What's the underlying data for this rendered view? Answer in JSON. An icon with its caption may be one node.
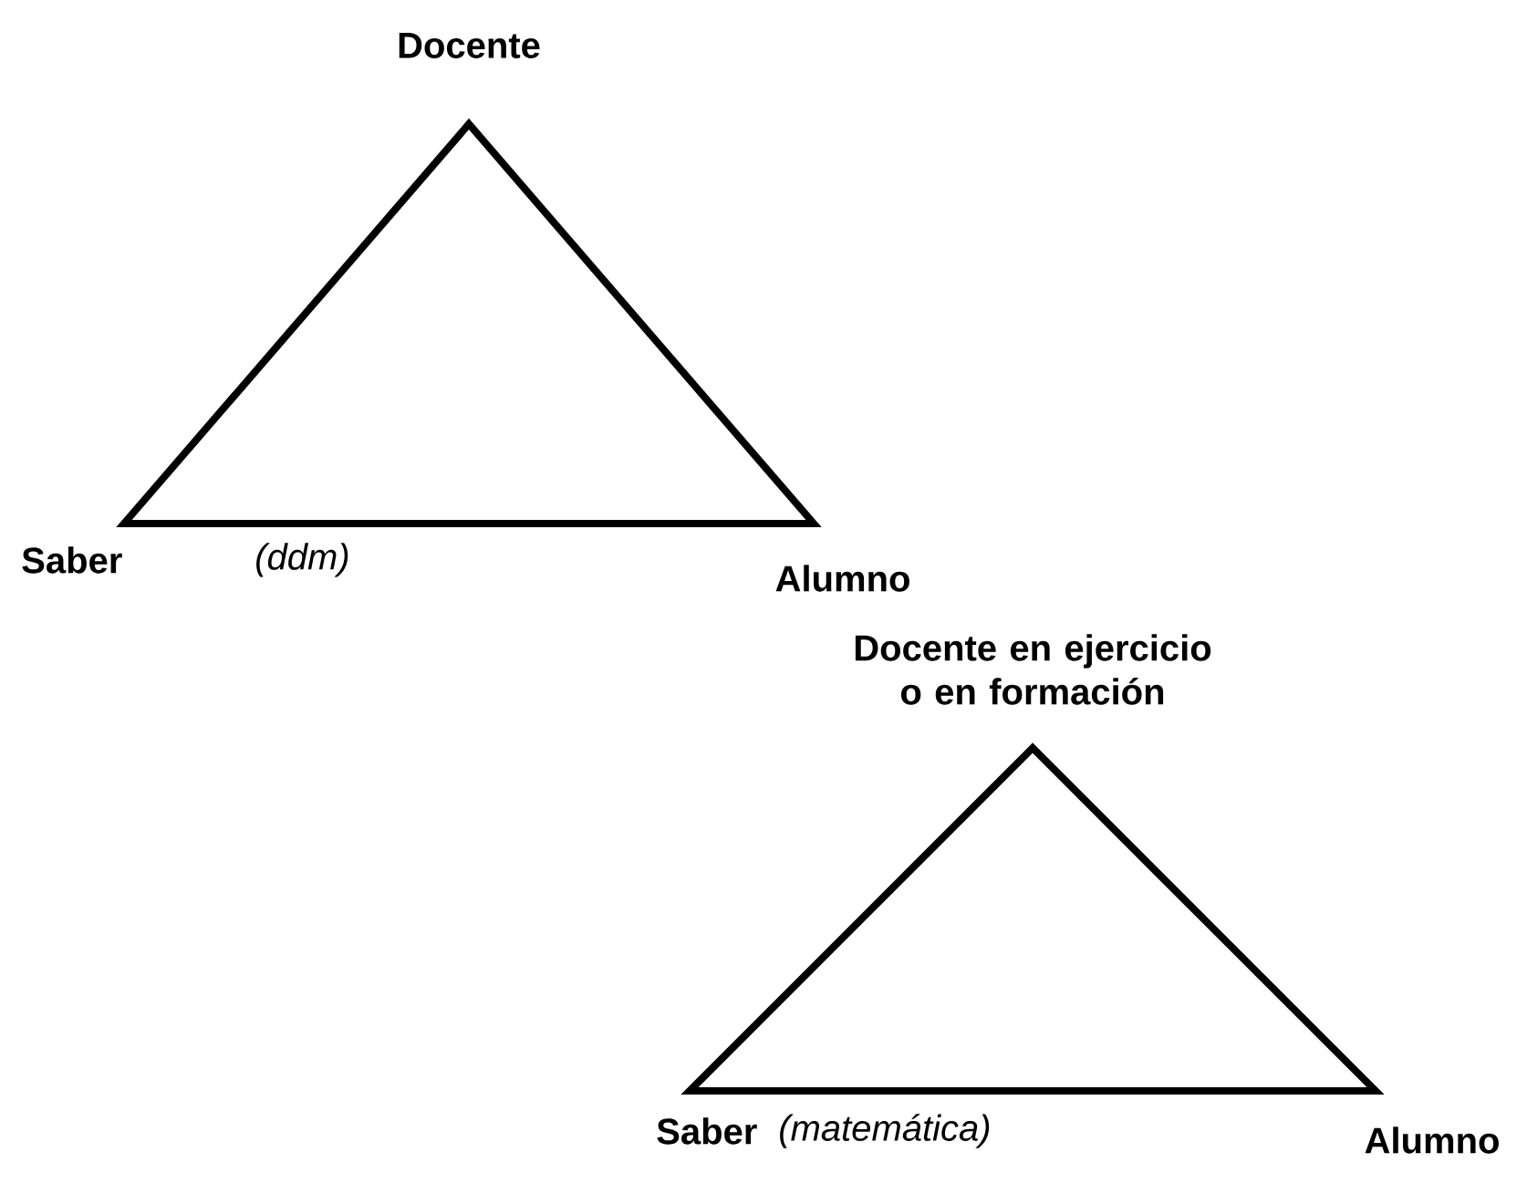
{
  "diagram": {
    "nodes": [
      {
        "text": [],
        "shape": "triangle"
      },
      {
        "text": [],
        "shape": "triangle"
      }
    ],
    "labels": [
      "Docente",
      "Saber",
      "(ddm)",
      "Alumno",
      "Docente en ejercicio o en formación",
      "Saber",
      "(matemática)",
      "Alumno"
    ]
  }
}
